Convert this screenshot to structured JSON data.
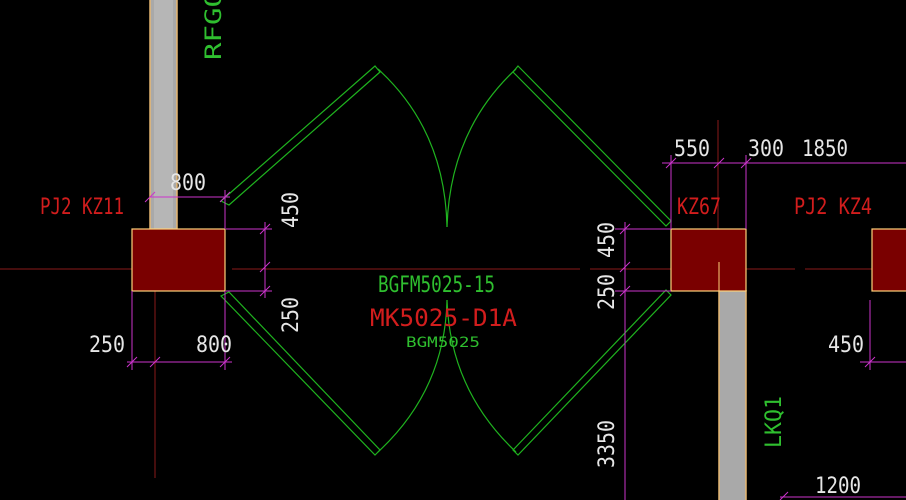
{
  "colors": {
    "background": "#000000",
    "axis": "#8a1a1a",
    "column_fill": "#7a0000",
    "column_edge": "#ffd27a",
    "wall_fill": "#a9a9a9",
    "wall_edge": "#e8b873",
    "door": "#1fb31f",
    "dimension": "#cc33cc",
    "label_red": "#d21d1d",
    "label_green": "#2fbf2f",
    "dim_text": "#e6e6e6"
  },
  "labels": {
    "column_left": "PJ2  KZ11",
    "column_mid": "KZ67",
    "column_right": "PJ2  KZ4",
    "wall_top": "RFGQ",
    "wall_right": "LKQ1",
    "door_top": "BGFM5025-15",
    "door_mid": "MK5025-D1A",
    "door_bottom": "BGM5025"
  },
  "dimensions": {
    "top_left_800": "800",
    "bottom_left_250": "250",
    "bottom_left_800": "800",
    "left_v_450": "450",
    "left_v_250": "250",
    "top_550": "550",
    "top_300": "300",
    "top_1850": "1850",
    "mid_v_450": "450",
    "mid_v_250": "250",
    "mid_v_3350": "3350",
    "right_450": "450",
    "bottom_right_1200": "1200"
  }
}
